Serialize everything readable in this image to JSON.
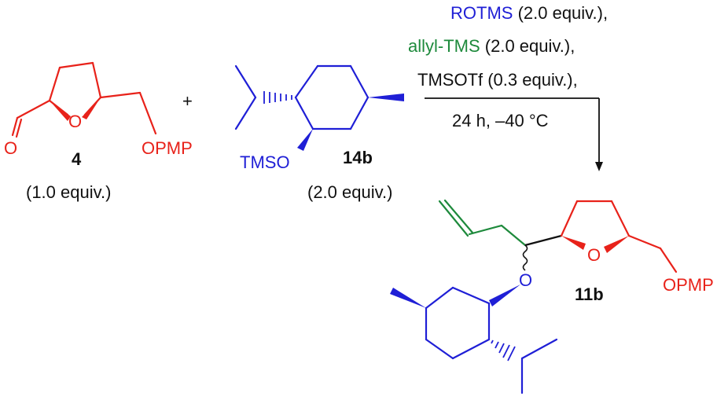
{
  "colors": {
    "red": "#e8221a",
    "blue": "#1f1fd6",
    "green": "#1e8a3c",
    "black": "#111111"
  },
  "compound_4": {
    "label": "4",
    "equiv": "(1.0 equiv.)",
    "ring_oxygen": "O",
    "carbonyl_oxygen": "O",
    "substituent": "OPMP"
  },
  "plus": "+",
  "compound_14b": {
    "label": "14b",
    "equiv": "(2.0 equiv.)",
    "silyl_ether": "TMSO"
  },
  "conditions": {
    "reagent_1_name": "ROTMS",
    "reagent_1_amount": " (2.0 equiv.),",
    "reagent_2_name": "allyl-TMS",
    "reagent_2_amount": " (2.0 equiv.),",
    "reagent_3": "TMSOTf (0.3 equiv.),",
    "reagent_4": "24 h, –40 °C"
  },
  "product_11b": {
    "label": "11b",
    "ring_oxygen": "O",
    "ether_oxygen": "O",
    "substituent": "OPMP"
  }
}
